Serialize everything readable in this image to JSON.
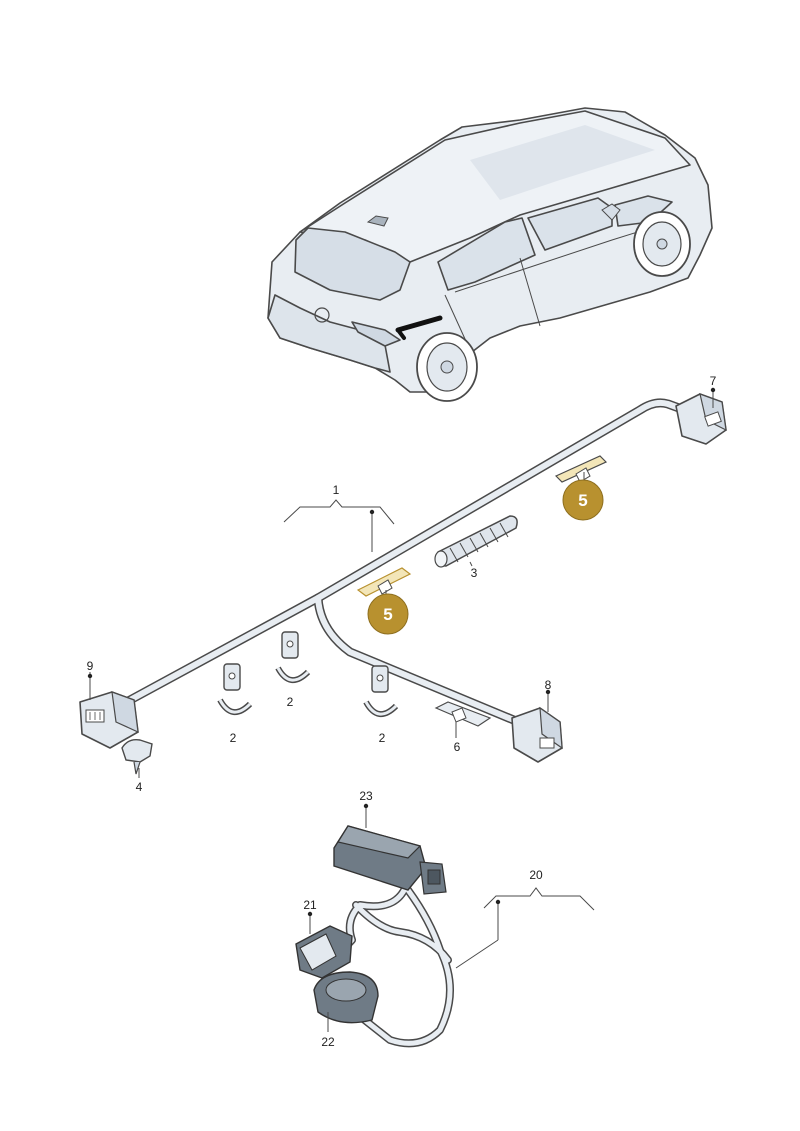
{
  "labels": {
    "p1": "1",
    "p2a": "2",
    "p2b": "2",
    "p2c": "2",
    "p3": "3",
    "p4": "4",
    "p5a": "5",
    "p5b": "5",
    "p6": "6",
    "p7": "7",
    "p8": "8",
    "p9": "9",
    "p20": "20",
    "p21": "21",
    "p22": "22",
    "p23": "23"
  },
  "colors": {
    "part_fill": "#e8edf2",
    "outline": "#4a4a4a",
    "highlight_fill": "#b8912f",
    "highlight_tape": "#f3e6b8",
    "label_text": "#222222"
  }
}
